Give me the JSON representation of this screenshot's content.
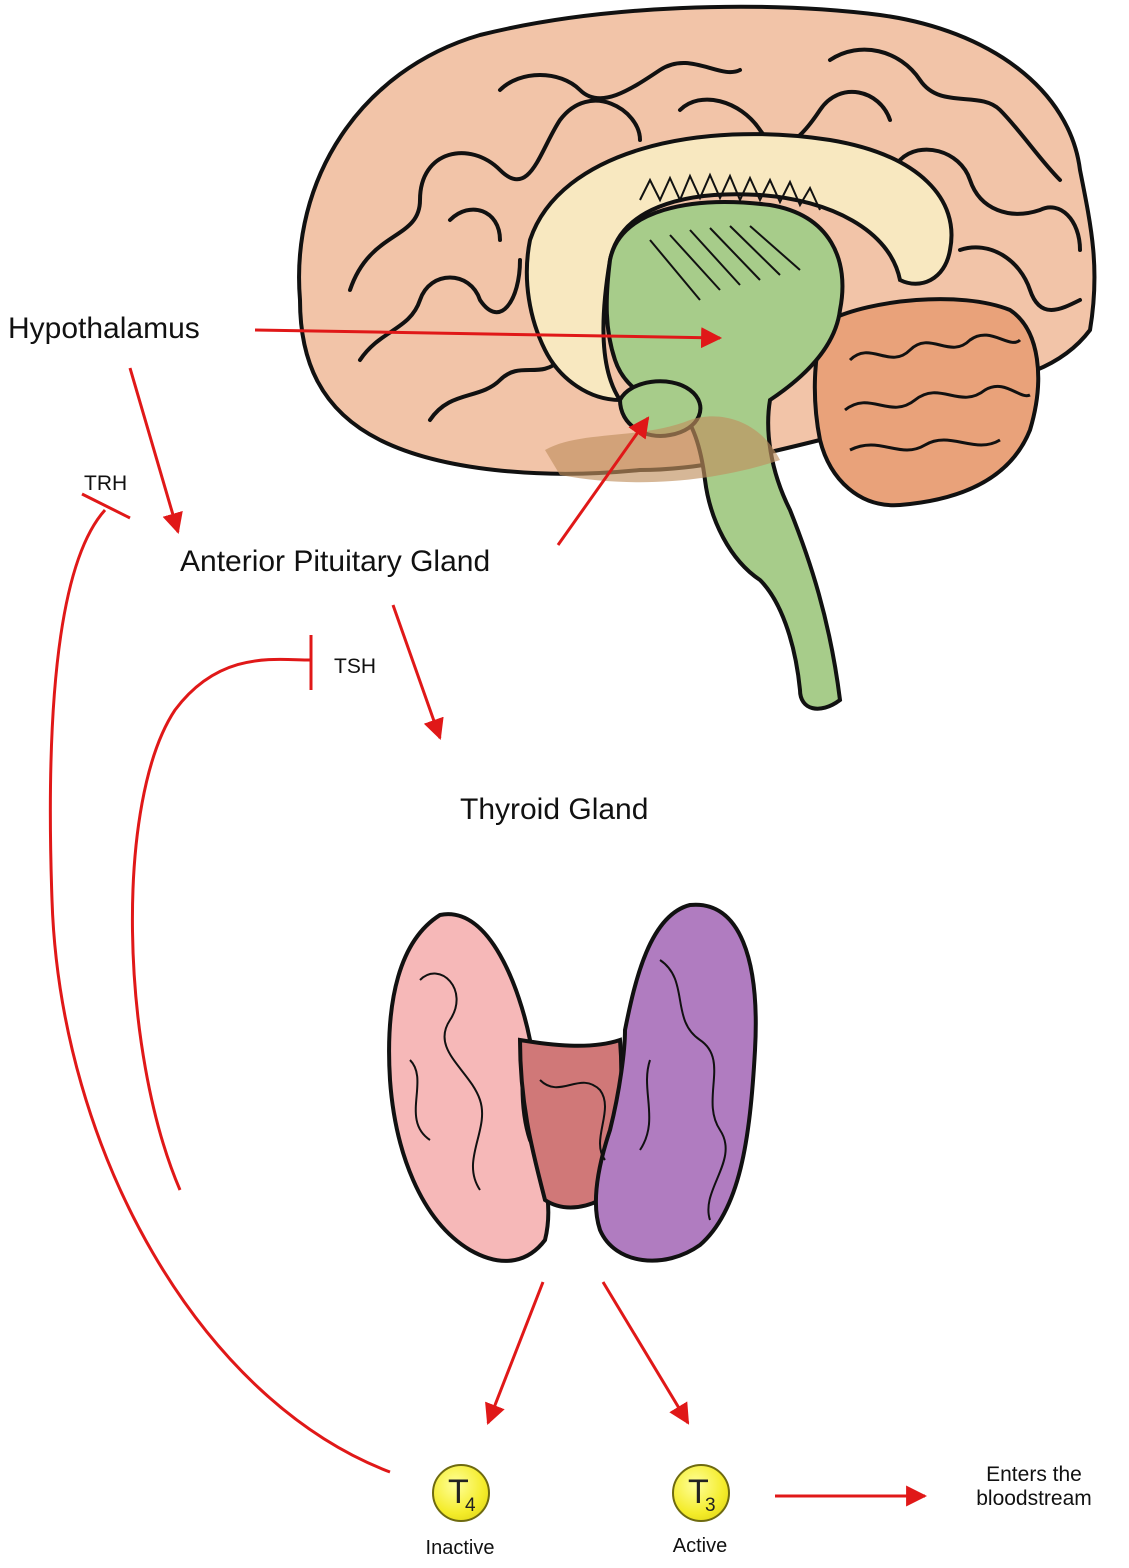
{
  "labels": {
    "hypothalamus": "Hypothalamus",
    "trh": "TRH",
    "anterior_pituitary": "Anterior Pituitary Gland",
    "tsh": "TSH",
    "thyroid": "Thyroid Gland",
    "enters_line1": "Enters the",
    "enters_line2": "bloodstream"
  },
  "hormones": {
    "t4": {
      "letter": "T",
      "subscript": "4",
      "caption": "Inactive"
    },
    "t3": {
      "letter": "T",
      "subscript": "3",
      "caption": "Active"
    }
  },
  "colors": {
    "arrow": "#e01818",
    "brain": "#f2c4a8",
    "brainstem": "#a7cc8a",
    "corpus_callosum": "#f8e8c0",
    "cerebellum": "#e9a27a",
    "thyroid_left": "#f6b8b8",
    "thyroid_right": "#b07cc0",
    "badge": "#f4ec2a"
  }
}
